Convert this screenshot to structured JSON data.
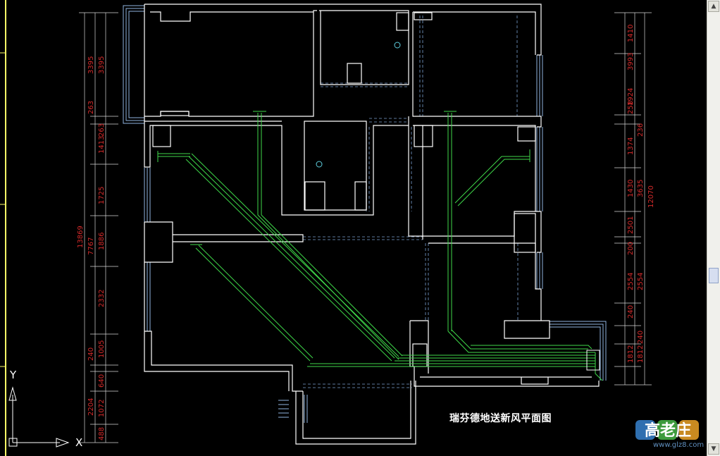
{
  "drawing": {
    "title": "瑞芬德地送新风平面图",
    "axis_y": "Y",
    "axis_x": "X"
  },
  "left_dimensions": {
    "outer_total": "13869",
    "middle_total": "7767",
    "col1": [
      "3395",
      "263",
      "1413",
      "1725",
      "1886",
      "2332",
      "1005",
      "240",
      "2204"
    ],
    "col2": [
      "3395",
      "263",
      "240",
      "640",
      "1072",
      "488"
    ]
  },
  "right_dimensions": {
    "outer_total": "12070",
    "mid_total": "3635",
    "col1": [
      "1410",
      "3993",
      "1924",
      "258",
      "1374",
      "1430",
      "2501",
      "200",
      "2554",
      "240",
      "1812",
      "1812"
    ],
    "col2": [
      "236",
      "200",
      "2554",
      "240"
    ]
  },
  "watermark": {
    "text": "高老庄",
    "url": "www.glz8.com"
  },
  "colors": {
    "wall": "#ffffff",
    "duct": "#3fd94a",
    "dimension": "#d42a2a",
    "window": "#8fb4e0",
    "layout_line": "#ffff66"
  },
  "icons": [
    "up-arrow-icon",
    "down-arrow-icon",
    "ucs-axis-icon",
    "fan-unit-icon"
  ]
}
